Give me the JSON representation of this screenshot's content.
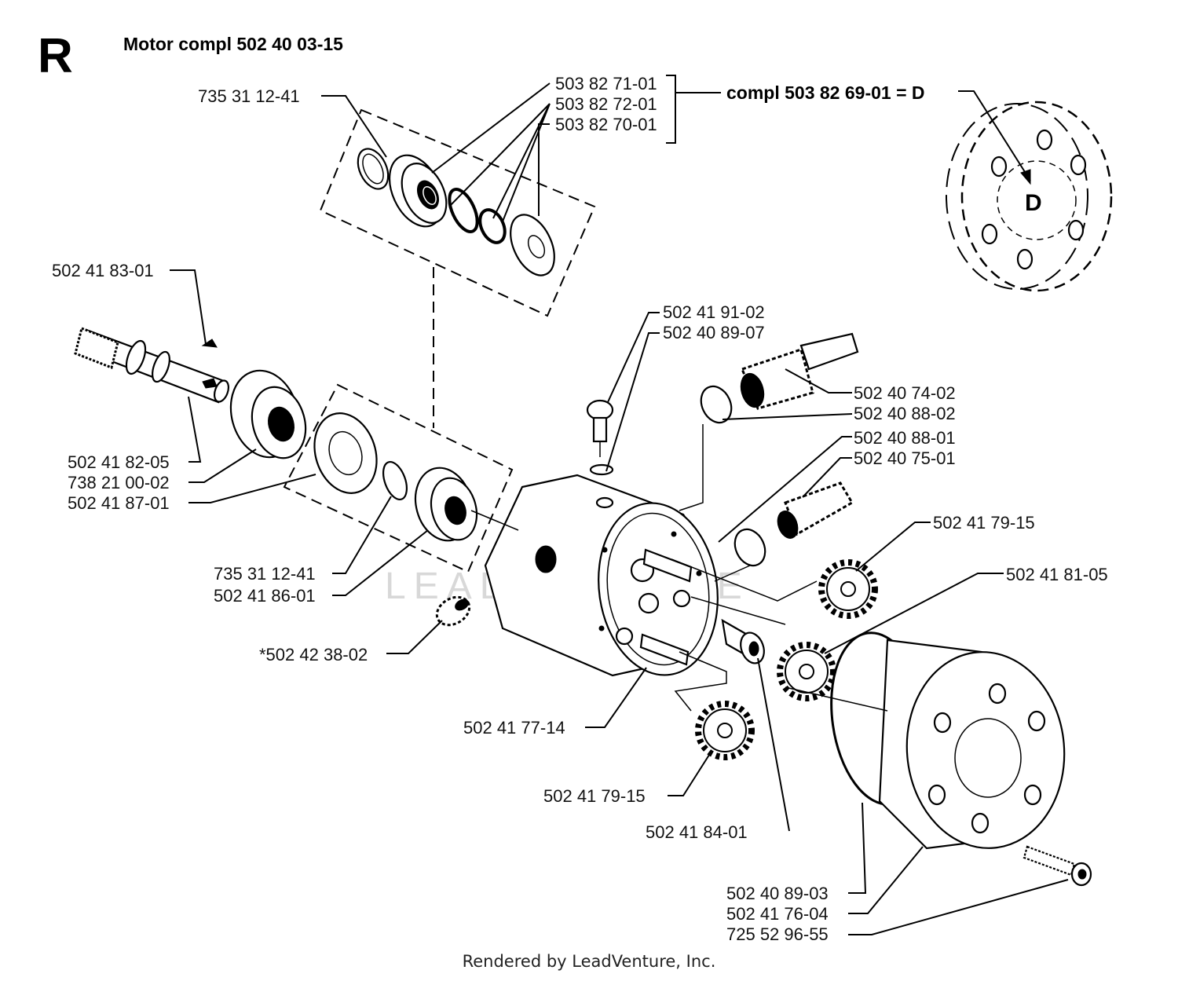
{
  "section_letter": "R",
  "title": "Motor  compl 502 40 03-15",
  "kit_label": "compl 503 82 69-01 = D",
  "detail_letter": "D",
  "watermark": "LEADVENTURE",
  "footer": "Rendered by LeadVenture, Inc.",
  "parts": {
    "p_735_31_12_41_top": "735 31 12-41",
    "p_503_82_71_01": "503 82 71-01",
    "p_503_82_72_01": "503 82 72-01",
    "p_503_82_70_01": "503 82 70-01",
    "p_502_41_83_01": "502 41 83-01",
    "p_502_41_91_02": "502 41 91-02",
    "p_502_40_89_07": "502 40 89-07",
    "p_502_40_74_02": "502 40 74-02",
    "p_502_40_88_02": "502 40 88-02",
    "p_502_40_88_01": "502 40 88-01",
    "p_502_40_75_01": "502 40 75-01",
    "p_502_41_79_15_right": "502 41 79-15",
    "p_502_41_81_05": "502 41 81-05",
    "p_502_41_82_05": "502 41 82-05",
    "p_738_21_00_02": "738 21 00-02",
    "p_502_41_87_01": "502 41 87-01",
    "p_735_31_12_41_mid": "735 31 12-41",
    "p_502_41_86_01": "502 41 86-01",
    "p_502_42_38_02": "*502 42 38-02",
    "p_502_41_77_14": "502 41 77-14",
    "p_502_41_79_15_bottom": "502 41 79-15",
    "p_502_41_84_01": "502 41 84-01",
    "p_502_40_89_03": "502 40 89-03",
    "p_502_41_76_04": "502 41 76-04",
    "p_725_52_96_55": "725 52 96-55"
  }
}
